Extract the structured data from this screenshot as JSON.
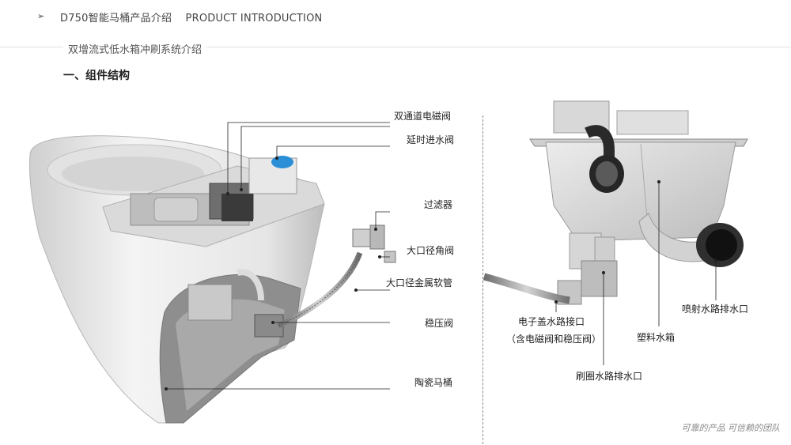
{
  "header": {
    "bullet_glyph": "➢",
    "title": "D750智能马桶产品介绍    PRODUCT INTRODUCTION"
  },
  "subtitle": "双增流式低水箱冲刷系统介绍",
  "section_heading": "一、组件结构",
  "left_labels": {
    "dual_solenoid": "双通道电磁阀",
    "delay_inlet": "延时进水阀",
    "filter": "过滤器",
    "angle_valve": "大口径角阀",
    "metal_hose": "大口径金属软管",
    "pressure_valve": "稳压阀",
    "ceramic_toilet": "陶瓷马桶"
  },
  "right_labels": {
    "cover_port_line1": "电子盖水路接口",
    "cover_port_line2": "（含电磁阀和稳压阀）",
    "rim_outlet": "刷圈水路排水口",
    "plastic_tank": "塑料水箱",
    "jet_outlet": "喷射水路排水口"
  },
  "footer": "可靠的产品 可信赖的团队",
  "colors": {
    "accent_blue": "#2a8fd6",
    "line": "#222222",
    "rule": "#e2e2e2"
  }
}
